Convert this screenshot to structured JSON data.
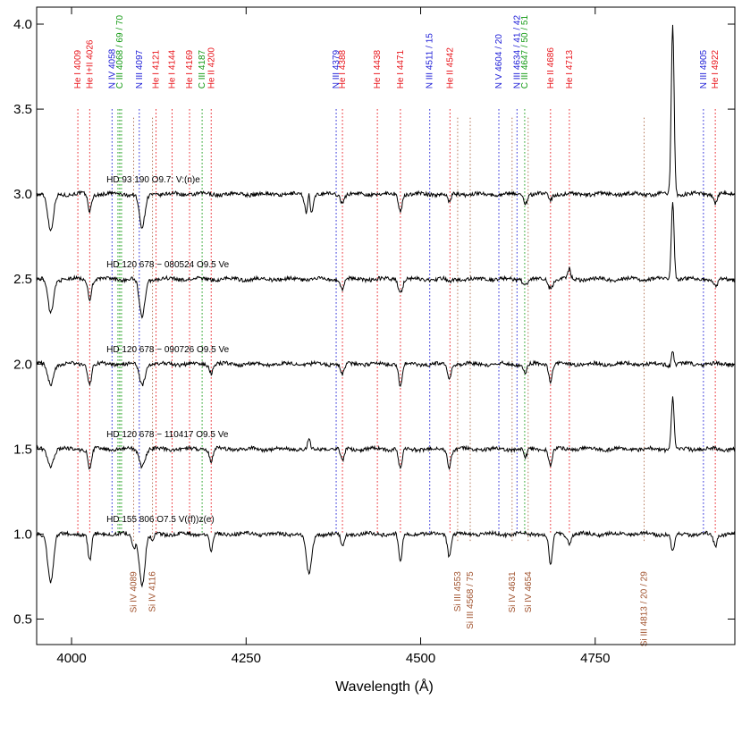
{
  "chart_data": {
    "type": "line",
    "title": "",
    "xlabel": "Wavelength (Å)",
    "ylabel": "",
    "xlim": [
      3950,
      4950
    ],
    "ylim": [
      0.35,
      4.1
    ],
    "x_ticks": [
      4000,
      4250,
      4500,
      4750
    ],
    "y_ticks": [
      0.5,
      1.0,
      1.5,
      2.0,
      2.5,
      3.0,
      3.5,
      4.0
    ],
    "x_tick_labels": [
      "4000",
      "4250",
      "4500",
      "4750"
    ],
    "y_tick_labels": [
      "0.5",
      "1.0",
      "1.5",
      "2.0",
      "2.5",
      "3.0",
      "3.5",
      "4.0"
    ],
    "grid": false,
    "colors": {
      "He I / He II": "#e8141b",
      "N": "#1a1ad6",
      "C III": "#119911",
      "Si": "#a0522d",
      "spectrum": "#000000"
    },
    "series": [
      {
        "name": "HD 93 190   O9.7: V:(n)e",
        "offset": 3.0,
        "absorption": [
          [
            3970,
            0.22
          ],
          [
            4026,
            0.1
          ],
          [
            4101,
            0.2
          ],
          [
            4340,
            0.2
          ],
          [
            4388,
            0.05
          ],
          [
            4471,
            0.1
          ],
          [
            4541,
            0.05
          ],
          [
            4650,
            0.05
          ],
          [
            4686,
            0.03
          ],
          [
            4922,
            0.05
          ]
        ],
        "emission": [
          [
            4340,
            0.2
          ],
          [
            4861,
            1.0
          ]
        ]
      },
      {
        "name": "HD 120 678 − 080524   O9.5 Ve",
        "offset": 2.5,
        "absorption": [
          [
            3970,
            0.2
          ],
          [
            4026,
            0.12
          ],
          [
            4101,
            0.22
          ],
          [
            4388,
            0.06
          ],
          [
            4471,
            0.15
          ],
          [
            4541,
            0.06
          ],
          [
            4650,
            0.07
          ],
          [
            4686,
            0.12
          ],
          [
            4922,
            0.1
          ]
        ],
        "emission": [
          [
            4471,
            0.08
          ],
          [
            4541,
            0.05
          ],
          [
            4650,
            0.05
          ],
          [
            4686,
            0.08
          ],
          [
            4713,
            0.06
          ],
          [
            4861,
            0.45
          ],
          [
            4922,
            0.06
          ]
        ]
      },
      {
        "name": "HD 120 678 − 090726   O9.5 Ve",
        "offset": 2.0,
        "absorption": [
          [
            3970,
            0.12
          ],
          [
            4026,
            0.12
          ],
          [
            4101,
            0.12
          ],
          [
            4200,
            0.05
          ],
          [
            4388,
            0.06
          ],
          [
            4471,
            0.13
          ],
          [
            4541,
            0.08
          ],
          [
            4650,
            0.05
          ],
          [
            4686,
            0.1
          ],
          [
            4861,
            0.1
          ]
        ],
        "emission": [
          [
            4861,
            0.18
          ]
        ]
      },
      {
        "name": "HD 120 678 − 110417   O9.5 Ve",
        "offset": 1.5,
        "absorption": [
          [
            3970,
            0.1
          ],
          [
            4026,
            0.12
          ],
          [
            4101,
            0.1
          ],
          [
            4200,
            0.07
          ],
          [
            4388,
            0.07
          ],
          [
            4471,
            0.12
          ],
          [
            4541,
            0.1
          ],
          [
            4650,
            0.05
          ],
          [
            4686,
            0.1
          ]
        ],
        "emission": [
          [
            4340,
            0.05
          ],
          [
            4861,
            0.3
          ]
        ]
      },
      {
        "name": "HD 155 806   O7.5 V((f))z(e)",
        "offset": 1.0,
        "absorption": [
          [
            3970,
            0.28
          ],
          [
            4026,
            0.16
          ],
          [
            4089,
            0.08
          ],
          [
            4101,
            0.3
          ],
          [
            4116,
            0.04
          ],
          [
            4200,
            0.1
          ],
          [
            4340,
            0.23
          ],
          [
            4388,
            0.07
          ],
          [
            4471,
            0.17
          ],
          [
            4541,
            0.13
          ],
          [
            4686,
            0.18
          ],
          [
            4713,
            0.05
          ],
          [
            4861,
            0.1
          ],
          [
            4922,
            0.07
          ]
        ],
        "emission": []
      }
    ],
    "line_ids": [
      {
        "label": "He I 4009",
        "wavelength": 4009,
        "color": "red"
      },
      {
        "label": "He I+II 4026",
        "wavelength": 4026,
        "color": "red"
      },
      {
        "label": "N IV 4058",
        "wavelength": 4058,
        "color": "blue"
      },
      {
        "label": "C III 4068 / 69 / 70",
        "wavelength": 4069,
        "color": "green"
      },
      {
        "label": "N III 4097",
        "wavelength": 4097,
        "color": "blue"
      },
      {
        "label": "He I 4121",
        "wavelength": 4121,
        "color": "red"
      },
      {
        "label": "He I 4144",
        "wavelength": 4144,
        "color": "red"
      },
      {
        "label": "He I 4169",
        "wavelength": 4169,
        "color": "red"
      },
      {
        "label": "C III 4187",
        "wavelength": 4187,
        "color": "green"
      },
      {
        "label": "He II 4200",
        "wavelength": 4200,
        "color": "red"
      },
      {
        "label": "N III 4379",
        "wavelength": 4379,
        "color": "blue"
      },
      {
        "label": "He I 4388",
        "wavelength": 4388,
        "color": "red"
      },
      {
        "label": "He I 4438",
        "wavelength": 4438,
        "color": "red"
      },
      {
        "label": "He I 4471",
        "wavelength": 4471,
        "color": "red"
      },
      {
        "label": "N III 4511 / 15",
        "wavelength": 4513,
        "color": "blue"
      },
      {
        "label": "He II 4542",
        "wavelength": 4542,
        "color": "red"
      },
      {
        "label": "N V 4604 / 20",
        "wavelength": 4612,
        "color": "blue"
      },
      {
        "label": "N III 4634 / 41 / 42",
        "wavelength": 4638,
        "color": "blue"
      },
      {
        "label": "C III 4647 / 50 / 51",
        "wavelength": 4649,
        "color": "green"
      },
      {
        "label": "He II 4686",
        "wavelength": 4686,
        "color": "red"
      },
      {
        "label": "He I 4713",
        "wavelength": 4713,
        "color": "red"
      },
      {
        "label": "N III 4905",
        "wavelength": 4905,
        "color": "blue"
      },
      {
        "label": "He I 4922",
        "wavelength": 4922,
        "color": "red"
      }
    ],
    "si_ids": [
      {
        "label": "Si IV 4089",
        "wavelength": 4089
      },
      {
        "label": "Si IV 4116",
        "wavelength": 4116
      },
      {
        "label": "Si III 4553",
        "wavelength": 4553
      },
      {
        "label": "Si III 4568 / 75",
        "wavelength": 4571
      },
      {
        "label": "Si IV 4631",
        "wavelength": 4631
      },
      {
        "label": "Si IV 4654",
        "wavelength": 4654
      },
      {
        "label": "Si III 4813 / 20 / 29",
        "wavelength": 4820
      }
    ]
  }
}
